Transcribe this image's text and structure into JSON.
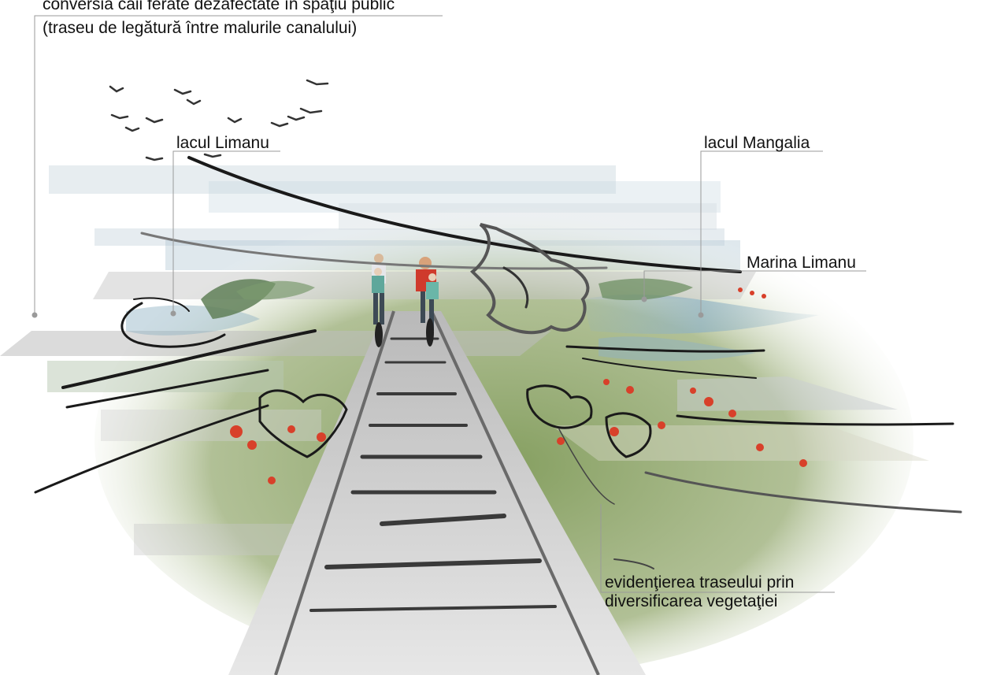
{
  "title": {
    "line1": "conversia căii ferate dezafectate în spaţiu public",
    "line2": "(traseu de legătură între malurile canalului)"
  },
  "labels": {
    "lake_limanu": "lacul Limanu",
    "lake_mangalia": "lacul Mangalia",
    "marina_limanu": "Marina Limanu"
  },
  "caption": {
    "line1": "evidenţierea traseului prin",
    "line2": "diversificarea vegetaţiei"
  },
  "colors": {
    "water": "#8fb2c4",
    "poppy": "#d8402a",
    "grass": "#7f9a58",
    "sketch": "#1a1a1a",
    "leader": "#9a9a9a"
  }
}
